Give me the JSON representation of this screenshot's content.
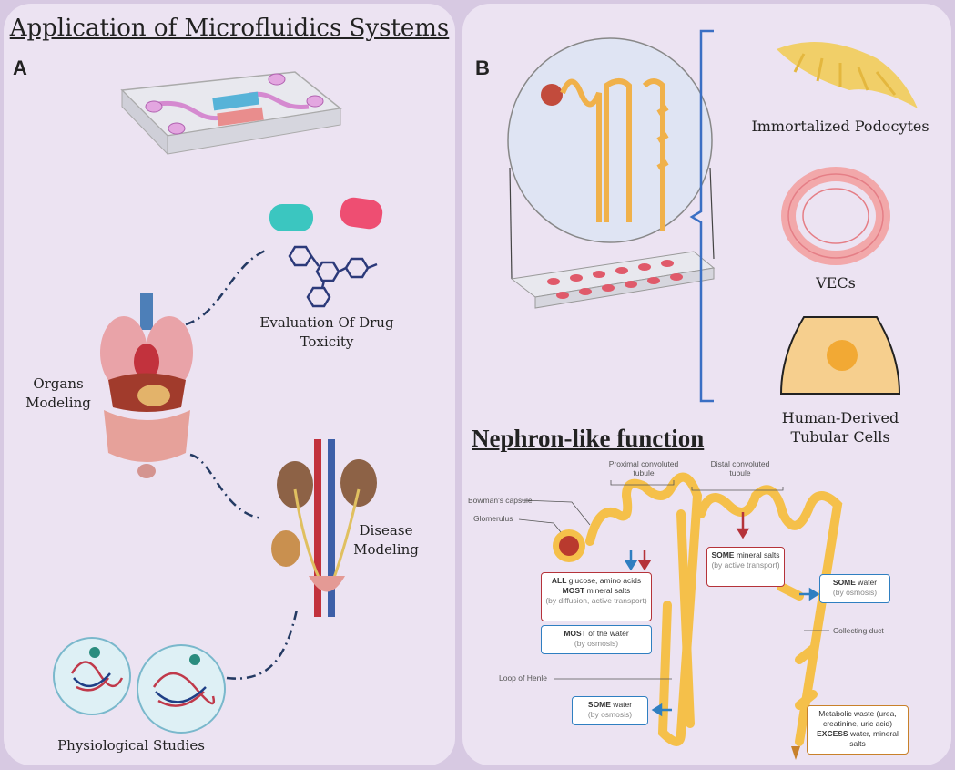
{
  "panel_a": {
    "title": "Application of Microfluidics Systems",
    "letter": "A",
    "labels": {
      "drug_toxicity": "Evaluation Of Drug Toxicity",
      "organs_modeling": "Organs Modeling",
      "disease_modeling": "Disease Modeling",
      "physiological_studies": "Physiological Studies"
    }
  },
  "panel_b": {
    "letter": "B",
    "cells": {
      "podocytes": "Immortalized  Podocytes",
      "vecs": "VECs",
      "tubular": "Human-Derived Tubular  Cells"
    },
    "nephron_title": "Nephron-like function",
    "nephron_labels": {
      "proximal": "Proximal convoluted tubule",
      "distal": "Distal convoluted tubule",
      "bowman": "Bowman's capsule",
      "glomerulus": "Glomerulus",
      "loop": "Loop of Henle",
      "collecting": "Collecting duct"
    },
    "boxes": {
      "b1_bold1": "ALL",
      "b1_text1": " glucose, amino acids",
      "b1_bold2": "MOST",
      "b1_text2": " mineral salts",
      "b1_sub": "(by diffusion, active transport)",
      "b2_bold": "MOST",
      "b2_text": " of the water",
      "b2_sub": "(by osmosis)",
      "b3_bold": "SOME",
      "b3_text": " mineral salts",
      "b3_sub": "(by active transport)",
      "b4_bold": "SOME",
      "b4_text": " water",
      "b4_sub": "(by osmosis)",
      "b5_bold": "SOME",
      "b5_text": " water",
      "b5_sub": "(by osmosis)",
      "b6_text1": "Metabolic waste (urea, creatinine, uric acid)",
      "b6_bold": "EXCESS",
      "b6_text2": " water, mineral salts"
    }
  },
  "colors": {
    "tubule": "#f5c04a",
    "red_arrow": "#b5333a",
    "blue_arrow": "#2f7fc1",
    "bracket": "#3a6fc4",
    "panel": "#ece3f2",
    "background": "#d7c9e2"
  }
}
